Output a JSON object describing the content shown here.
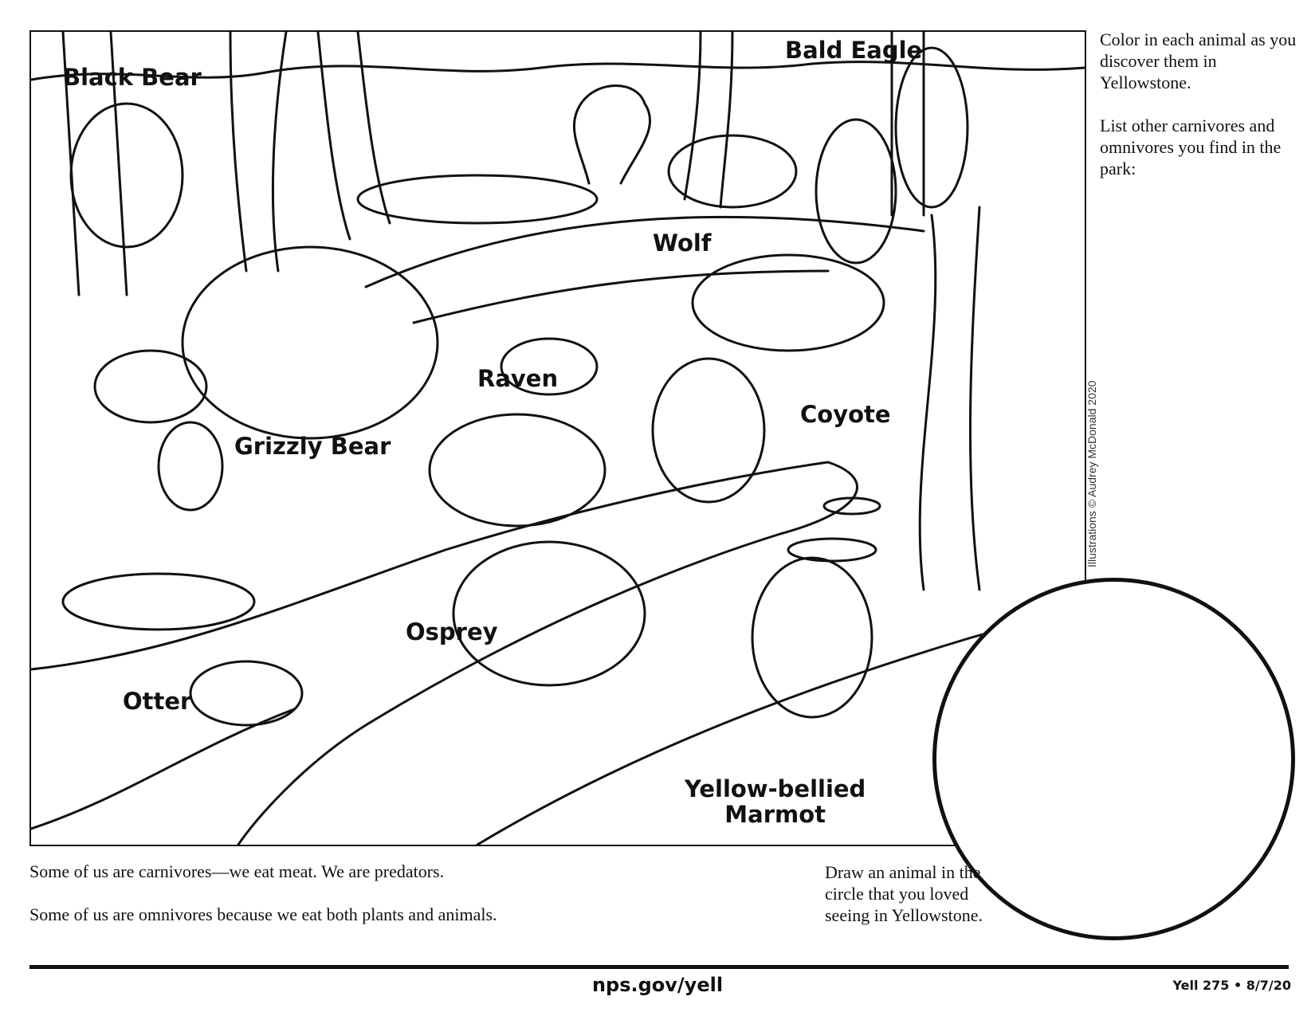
{
  "labels": {
    "black_bear": "Black Bear",
    "bald_eagle": "Bald Eagle",
    "wolf": "Wolf",
    "raven": "Raven",
    "coyote": "Coyote",
    "grizzly_bear": "Grizzly Bear",
    "osprey": "Osprey",
    "otter": "Otter",
    "marmot": "Yellow-bellied\nMarmot"
  },
  "instructions": {
    "color_in": "Color in each animal as you discover them in Yellowstone.",
    "list_other": "List other carnivores and omnivores you find in the park:"
  },
  "credit": "Illustrations © Audrey McDonald 2020",
  "bottom": {
    "carnivores": "Some of us are carnivores—we eat meat. We are predators.",
    "omnivores": "Some of us are omnivores because we eat both plants and animals.",
    "draw_prompt": "Draw an animal in the circle that you loved seeing in Yellowstone."
  },
  "footer": {
    "url": "nps.gov/yell",
    "code": "Yell 275 • 8/7/20"
  },
  "colors": {
    "line": "#111111",
    "background": "#ffffff"
  }
}
